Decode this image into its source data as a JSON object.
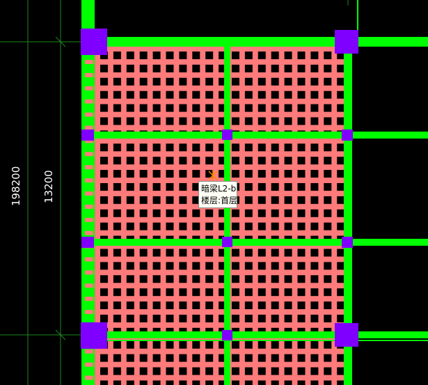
{
  "dimensions": {
    "outer": "198200",
    "inner": "13200"
  },
  "tooltip": {
    "line1": "暗梁L2-b",
    "line2": "楼层:首层"
  },
  "colors": {
    "background": "#000000",
    "beam": "#00ff00",
    "column": "#8000ff",
    "slab": "#ff7b7b",
    "grid_line": "#1d8a1d",
    "cursor": "#ff8c00"
  }
}
